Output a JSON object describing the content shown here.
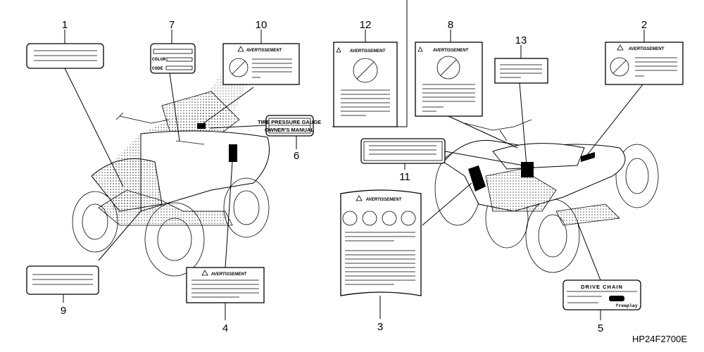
{
  "diagram_code": "HP24F2700E",
  "callouts": [
    "1",
    "2",
    "3",
    "4",
    "5",
    "6",
    "7",
    "8",
    "9",
    "10",
    "11",
    "12",
    "13"
  ],
  "label_texts": {
    "warning_heading": "AVERTISSEMENT",
    "color": "COLOR",
    "code": "CODE",
    "tire_pressure_gauge": "TIRE PRESSURE GAUGE",
    "owners_manual": "OWNER'S MANUAL",
    "drive_chain": "DRIVE CHAIN",
    "freeplay": "freeplay"
  }
}
